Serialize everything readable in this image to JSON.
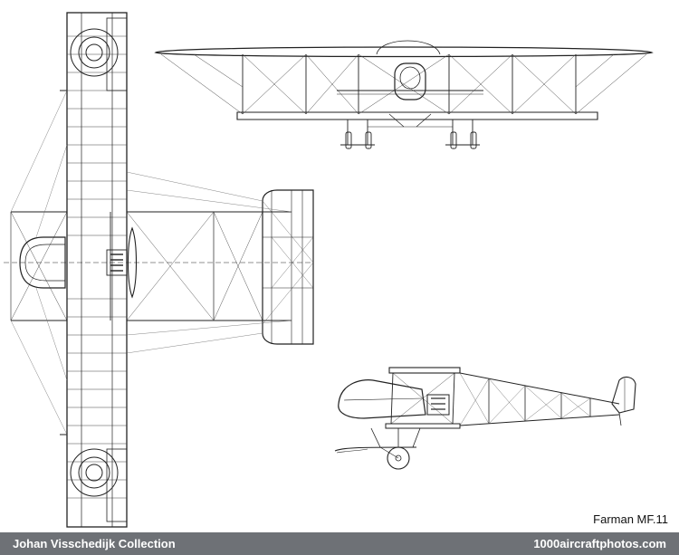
{
  "caption": "Farman MF.11",
  "footer": {
    "collection": "Johan Visschedijk Collection",
    "site": "1000aircraftphotos.com"
  },
  "colors": {
    "line": "#222222",
    "footer_bg": "#6e7176",
    "footer_text": "#ffffff"
  }
}
